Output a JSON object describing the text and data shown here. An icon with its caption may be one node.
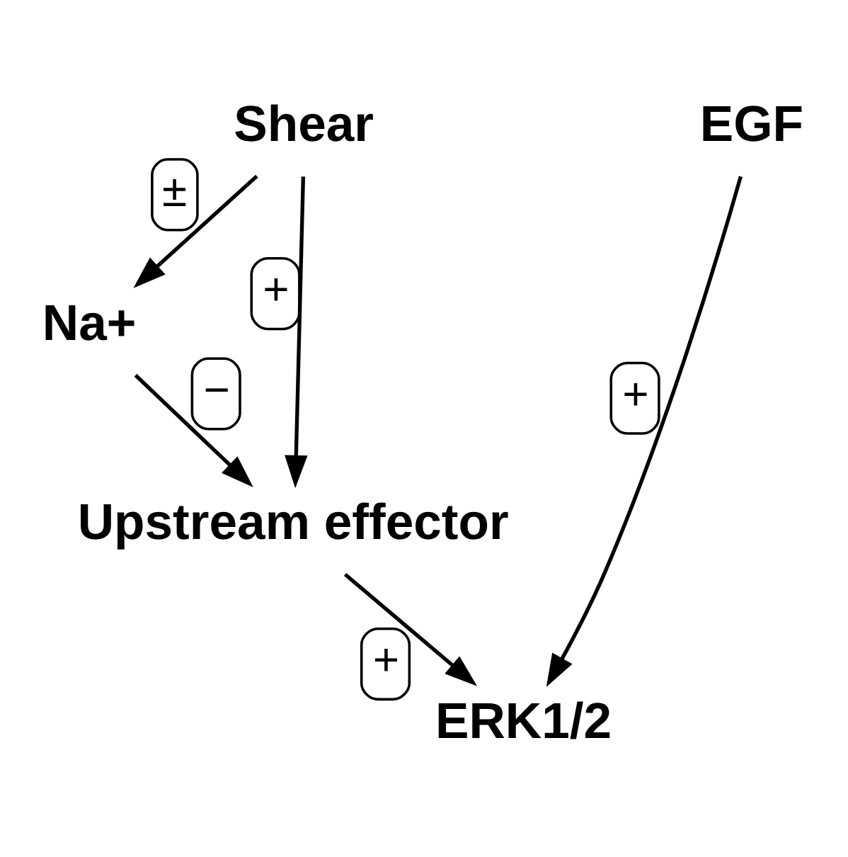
{
  "diagram": {
    "nodes": [
      {
        "text": [
          "Shear"
        ]
      },
      {
        "text": [
          "EGF"
        ]
      },
      {
        "text": [
          "Na+"
        ]
      },
      {
        "text": [
          "Upstream effector"
        ]
      },
      {
        "text": [
          "ERK1/2"
        ]
      }
    ],
    "edges": [
      {
        "from": 0,
        "to": 2,
        "arrow": "to",
        "label": "±"
      },
      {
        "from": 0,
        "to": 3,
        "arrow": "to",
        "label": "+"
      },
      {
        "from": 2,
        "to": 3,
        "arrow": "to",
        "label": "−"
      },
      {
        "from": 3,
        "to": 4,
        "arrow": "to",
        "label": "+"
      },
      {
        "from": 1,
        "to": 4,
        "arrow": "to",
        "label": "+"
      }
    ]
  }
}
